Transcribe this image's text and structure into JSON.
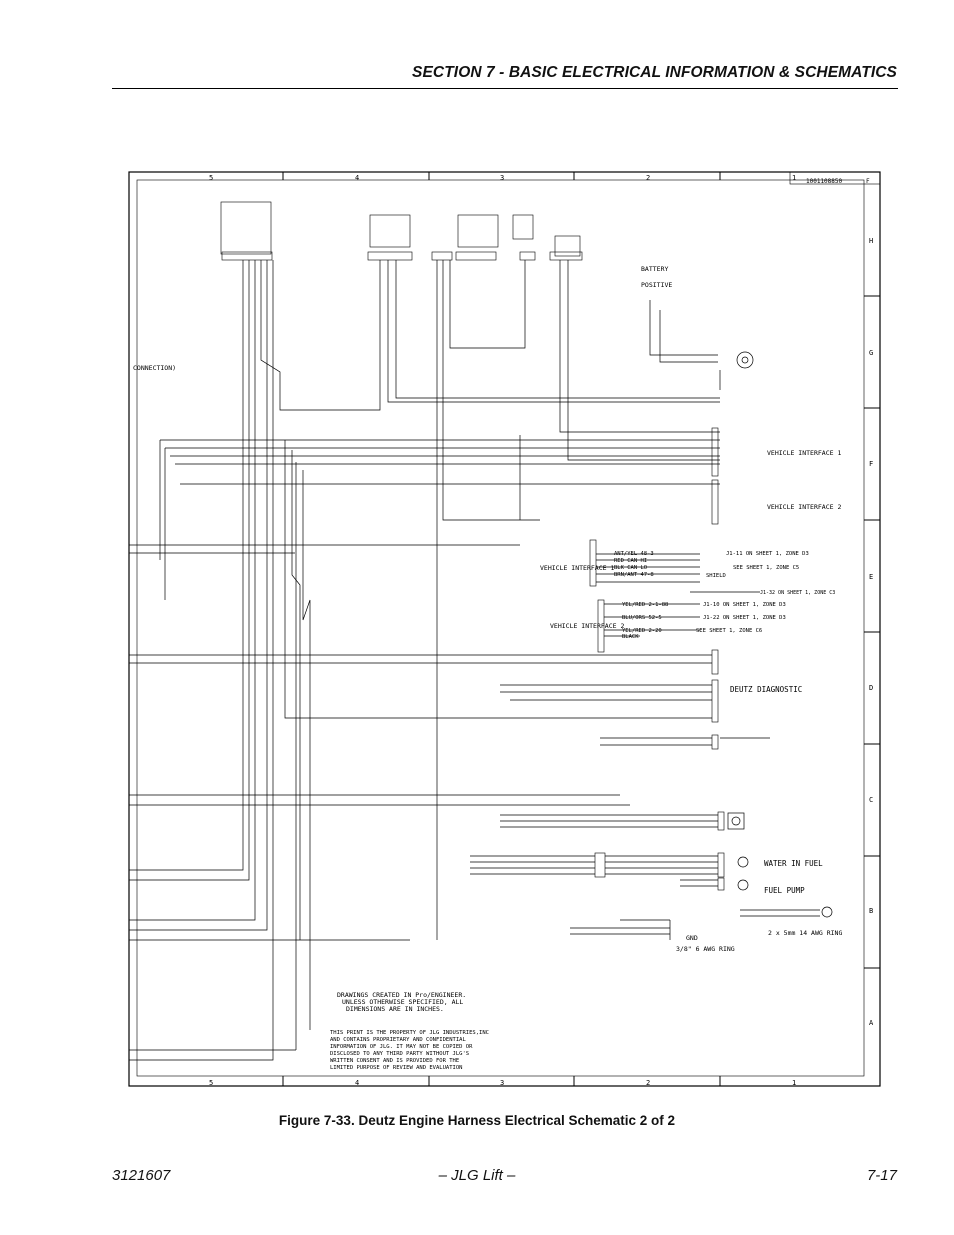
{
  "header": {
    "section_title": "SECTION 7 - BASIC ELECTRICAL INFORMATION & SCHEMATICS"
  },
  "schematic": {
    "col_labels": [
      "5",
      "4",
      "3",
      "2",
      "1"
    ],
    "row_labels": [
      "H",
      "G",
      "F",
      "E",
      "D",
      "C",
      "B",
      "A"
    ],
    "drawing_number": "1001108850",
    "sheet_letter": "F",
    "labels": {
      "connection": "CONNECTION)",
      "battery": "BATTERY",
      "positive": "POSITIVE",
      "vehicle_interface_1_right": "VEHICLE INTERFACE 1",
      "vehicle_interface_2_right": "VEHICLE INTERFACE 2",
      "vehicle_interface_1_left": "VEHICLE INTERFACE 1",
      "vehicle_interface_2_left": "VEHICLE INTERFACE 2",
      "deutz_diagnostic": "DEUTZ DIAGNOSTIC",
      "water_in_fuel": "WATER IN FUEL",
      "fuel_pump": "FUEL PUMP",
      "ring_14awg": "2 x 5mm 14 AWG RING",
      "ring_6awg": "3/8\" 6 AWG RING",
      "gnd": "GND"
    },
    "vi1_wires": [
      "ANT/YEL 48-3",
      "RED CAN HI",
      "BLK CAN LO",
      "BRN/ANT 47-8"
    ],
    "vi1_refs": [
      "J1-11 ON SHEET 1, ZONE D3",
      "SEE SHEET 1, ZONE C5",
      "SHIELD",
      "J1-32 ON SHEET 1, ZONE C3"
    ],
    "vi2_wires": [
      "YEL/RED 2-1-88",
      "BLU/ORS 52-5",
      "YEL/RED 2-20",
      "BLACK"
    ],
    "vi2_refs": [
      "J1-10 ON SHEET 1, ZONE D3",
      "J1-22 ON SHEET 1, ZONE D3",
      "SEE SHEET 1, ZONE C6"
    ],
    "notes": {
      "drawings": [
        "DRAWINGS CREATED IN Pro/ENGINEER.",
        "UNLESS OTHERWISE SPECIFIED, ALL",
        "DIMENSIONS ARE IN INCHES."
      ],
      "property": [
        "THIS PRINT IS THE PROPERTY OF JLG INDUSTRIES,INC",
        "AND CONTAINS PROPRIETARY AND CONFIDENTIAL",
        "INFORMATION OF JLG. IT MAY NOT BE COPIED OR",
        "DISCLOSED TO ANY THIRD PARTY WITHOUT JLG'S",
        "WRITTEN CONSENT AND IS PROVIDED FOR THE",
        "LIMITED PURPOSE OF REVIEW AND EVALUATION"
      ]
    }
  },
  "caption": "Figure 7-33.  Deutz Engine Harness Electrical Schematic 2 of 2",
  "footer": {
    "doc_number": "3121607",
    "center": "– JLG Lift –",
    "page": "7-17"
  }
}
